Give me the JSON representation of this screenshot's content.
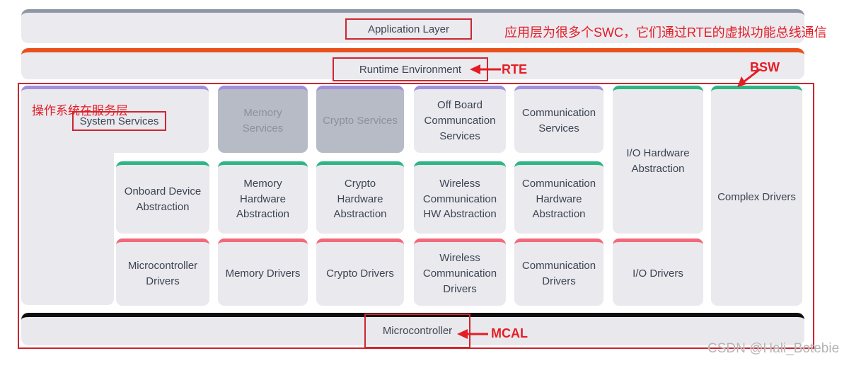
{
  "top_bars": {
    "application": {
      "label": "Application Layer",
      "note": "应用层为很多个SWC，它们通过RTE的虚拟功能总线通信"
    },
    "runtime": {
      "label": "Runtime Environment",
      "arrow_label": "RTE"
    },
    "bsw_label": "BSW"
  },
  "bsw": {
    "system_services_note": "操作系统在服务层",
    "blocks": {
      "system_services": "System Services",
      "memory_services": "Memory Services",
      "crypto_services": "Crypto Services",
      "offboard_comm_services": "Off Board Communcation Services",
      "comm_services": "Communication Services",
      "io_hw_abstraction": "I/O Hardware Abstraction",
      "complex_drivers": "Complex Drivers",
      "onboard_device_abstraction": "Onboard Device Abstraction",
      "memory_hw_abstraction": "Memory Hardware Abstraction",
      "crypto_hw_abstraction": "Crypto Hardware Abstraction",
      "wireless_comm_hw_abstraction": "Wireless Communication HW Abstraction",
      "comm_hw_abstraction": "Communication Hardware Abstraction",
      "microcontroller_drivers": "Microcontroller Drivers",
      "memory_drivers": "Memory Drivers",
      "crypto_drivers": "Crypto Drivers",
      "wireless_comm_drivers": "Wireless Communication Drivers",
      "comm_drivers": "Communication Drivers",
      "io_drivers": "I/O Drivers"
    }
  },
  "mcal": {
    "label": "Microcontroller",
    "arrow_label": "MCAL"
  },
  "watermark": "CSDN @Hali_Botebie",
  "colors": {
    "bar_fill": "#eaeaef",
    "block_fill": "#e9e9ee",
    "gray_block_fill": "#b7bbc5",
    "purple_top": "#a090dc",
    "green_top": "#2eb585",
    "pink_top": "#f2697b",
    "orange_top": "#e8511c",
    "gray_top": "#8e97a3",
    "black_top": "#0e0e10",
    "annotation_red": "#e51c24",
    "red_border": "#c9262e",
    "block_text": "#3d4552",
    "watermark_gray": "#b5b5b7"
  }
}
